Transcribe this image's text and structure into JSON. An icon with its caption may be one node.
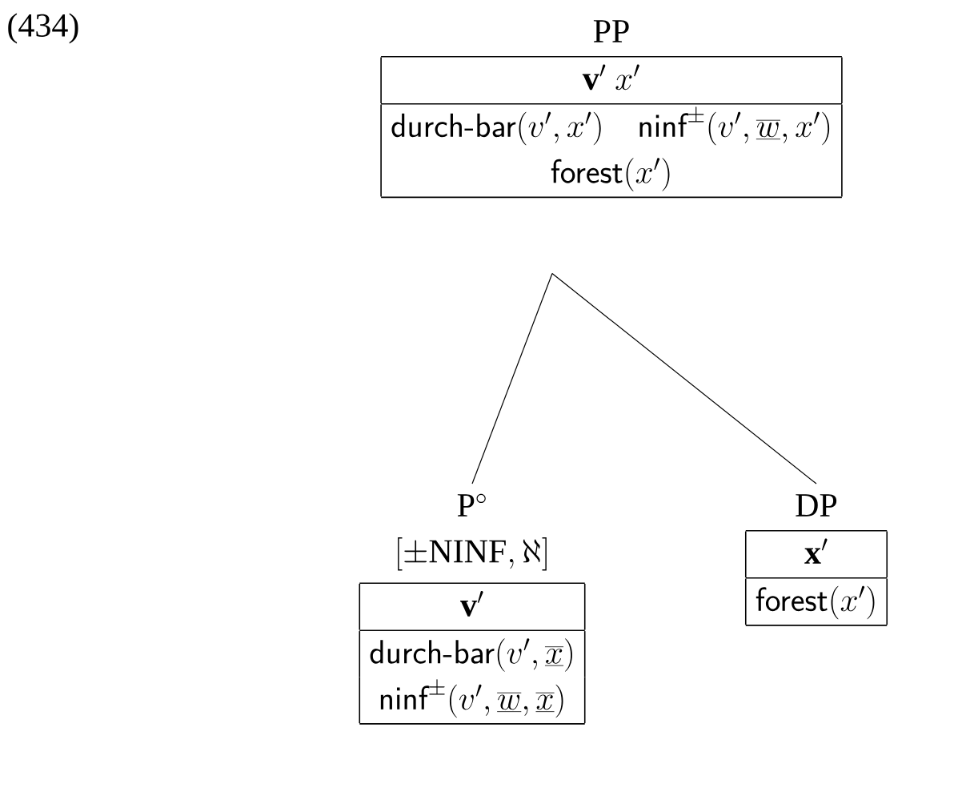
{
  "diagram": {
    "nodes": [
      {
        "text": [
          "PP",
          "\\mathbf{v}'\\ x'",
          "\\textsf{durch-bar}(v',x')",
          "\\textsf{ninf}^{\\pm}(v',\\underline{\\overline{w}},x')",
          "\\textsf{forest}(x')"
        ]
      },
      {
        "text": [
          "\\mathrm{P}^{\\circ}",
          "\\left[\\pm\\mathrm{NINF},\\aleph\\right]",
          "\\mathbf{v}'",
          "\\textsf{durch-bar}(v',\\underline{\\overline{x}})",
          "\\textsf{ninf}^{\\pm}(v',\\underline{\\overline{w}},\\underline{\\overline{x}})"
        ]
      },
      {
        "text": [
          "DP",
          "\\mathbf{x}'",
          "\\textsf{forest}(x')"
        ]
      }
    ],
    "edges": [
      {
        "from": 0,
        "to": 1,
        "arrow": "none"
      },
      {
        "from": 0,
        "to": 2,
        "arrow": "none"
      }
    ],
    "labels": [
      "(434)"
    ]
  }
}
